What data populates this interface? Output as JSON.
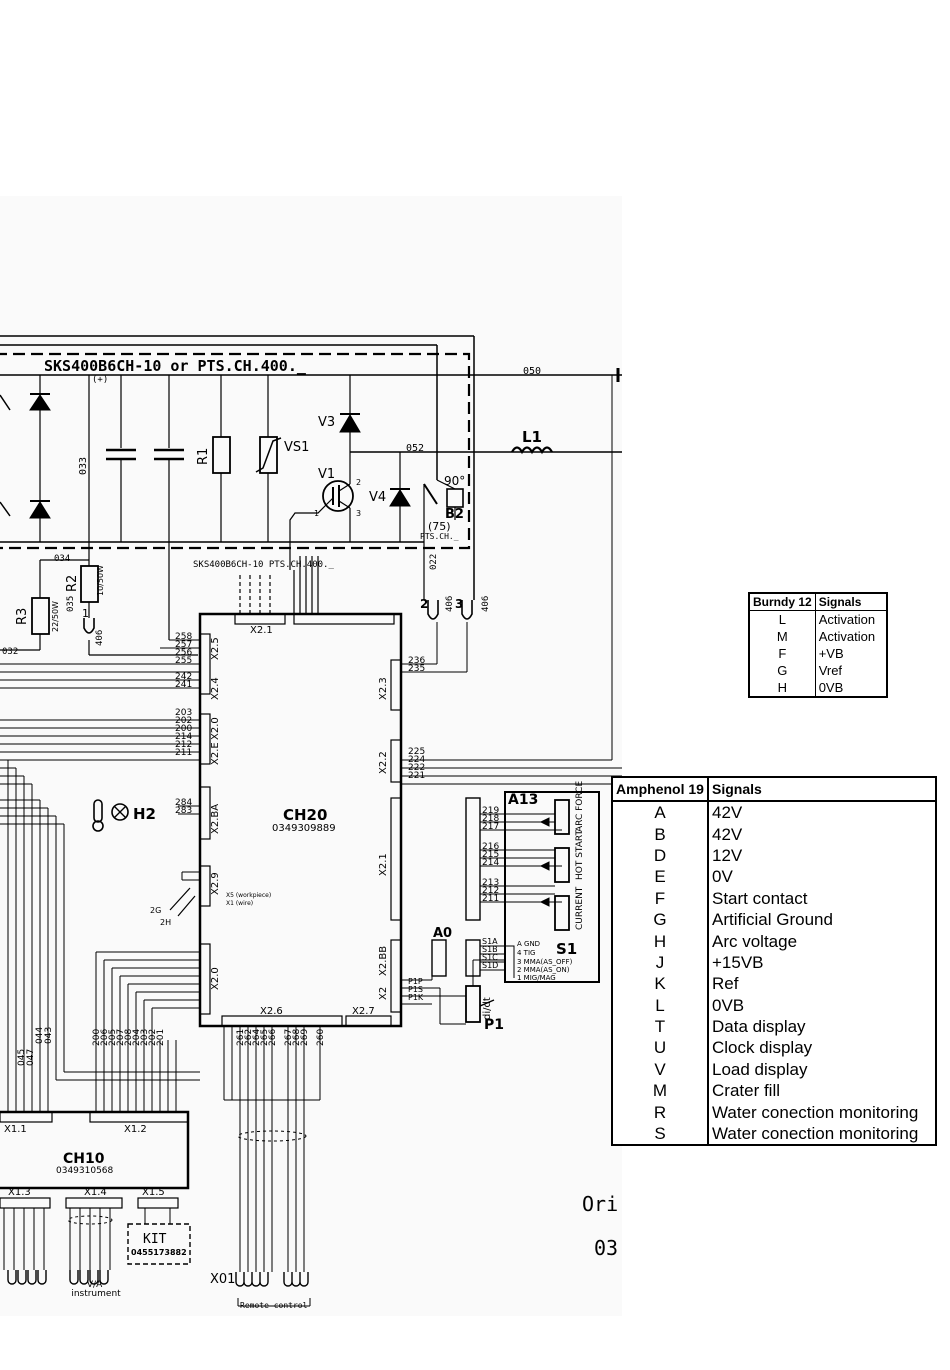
{
  "module_title": "SKS400B6CH-10 or PTS.CH.400._",
  "module_sub_label": "SKS400B6CH-10       PTS.CH.400._",
  "pts_ch_small": "PTS.CH._",
  "wire_labels": {
    "w050": "050",
    "w052": "052",
    "w033": "033",
    "w034": "034",
    "w035": "035",
    "w032": "032",
    "w406a": "406",
    "w406b": "406",
    "w406c": "406",
    "w022": "022",
    "plus": "(+)"
  },
  "components": {
    "l1": "L1",
    "v3": "V3",
    "v4": "V4",
    "v1": "V1",
    "r1": "R1",
    "vs1": "VS1",
    "r2": "R2",
    "r2_val": "10/50W",
    "r3": "R3",
    "r3_val": "22/50W",
    "b2": "B2",
    "b2_a": "90°",
    "b2_b": "(75)",
    "h2": "H2",
    "p1": "P1",
    "a13": "A13",
    "s1": "S1",
    "a0": "A0",
    "didt": "di/dt",
    "conn_1": "1",
    "conn_2": "2",
    "conn_3": "3",
    "v1_pin2": "2",
    "v1_pin1": "1",
    "v1_pin3": "3"
  },
  "ch20": {
    "name": "CH20",
    "part": "0349309889"
  },
  "ch10": {
    "name": "CH10",
    "part": "0349310568"
  },
  "connectors": {
    "x21": "X2.1",
    "x25": "X2.5",
    "x24": "X2.4",
    "x20a": "X2.0",
    "x2e": "X2.E",
    "x2ba": "X2.BA",
    "x29": "X2.9",
    "x20b": "X2.0",
    "x26": "X2.6",
    "x27": "X2.7",
    "x23": "X2.3",
    "x22": "X2.2",
    "x21r": "X2.1",
    "x2bb": "X2.BB",
    "x2": "X2",
    "x11": "X1.1",
    "x12": "X1.2",
    "x13": "X1.3",
    "x14": "X1.4",
    "x15": "X1.5",
    "x01": "X01"
  },
  "pin_labels_left": [
    "258",
    "257",
    "256",
    "255",
    "242",
    "241",
    "203",
    "202",
    "200",
    "214",
    "212",
    "211",
    "284",
    "283"
  ],
  "pin_labels_right": [
    "236",
    "235",
    "225",
    "224",
    "222",
    "221"
  ],
  "pin_labels_bottom": [
    "261",
    "262",
    "264",
    "265",
    "266",
    "267",
    "268",
    "269",
    "260"
  ],
  "pin_labels_x20": [
    "200",
    "206",
    "205",
    "207",
    "208",
    "204",
    "203",
    "202",
    "201"
  ],
  "pin_labels_a13": [
    "219",
    "218",
    "217",
    "216",
    "215",
    "214",
    "213",
    "212",
    "211"
  ],
  "a13_labels": [
    "ARC FORCE",
    "HOT START",
    "CURRENT"
  ],
  "s1_options": [
    "A GND",
    "4 TIG",
    "3 MMA(AS_OFF)",
    "2 MMA(AS_ON)",
    "1 MIG/MAG"
  ],
  "s1_pins": [
    "S1A",
    "S1B",
    "S1C",
    "S1D"
  ],
  "p1_pins": [
    "P1P",
    "P1S",
    "P1K"
  ],
  "x29_labels": [
    "X5 (workpiece)",
    "X1 (wire)"
  ],
  "h2_pins": [
    "2G",
    "2H"
  ],
  "left_wire_labels": [
    "047",
    "045",
    "044",
    "043"
  ],
  "kit": {
    "name": "KIT",
    "part": "0455173882"
  },
  "va_label": "V/A\ninstrument",
  "remote_label": "Remote control",
  "corner_text": [
    "Ori",
    "03"
  ],
  "burndy_table": {
    "headers": [
      "Burndy 12",
      "Signals"
    ],
    "rows": [
      [
        "L",
        "Activation"
      ],
      [
        "M",
        "Activation"
      ],
      [
        "F",
        "+VB"
      ],
      [
        "G",
        "Vref"
      ],
      [
        "H",
        "0VB"
      ]
    ]
  },
  "amphenol_table": {
    "headers": [
      "Amphenol 19",
      "Signals"
    ],
    "rows": [
      [
        "A",
        "42V"
      ],
      [
        "B",
        "42V"
      ],
      [
        "D",
        "12V"
      ],
      [
        "E",
        "0V"
      ],
      [
        "F",
        "Start contact"
      ],
      [
        "G",
        "Artificial Ground"
      ],
      [
        "H",
        "Arc voltage"
      ],
      [
        "J",
        "+15VB"
      ],
      [
        "K",
        "Ref"
      ],
      [
        "L",
        "0VB"
      ],
      [
        "T",
        "Data display"
      ],
      [
        "U",
        "Clock display"
      ],
      [
        "V",
        "Load display"
      ],
      [
        "M",
        "Crater fill"
      ],
      [
        "R",
        "Water conection monitoring"
      ],
      [
        "S",
        "Water conection monitoring"
      ]
    ]
  }
}
